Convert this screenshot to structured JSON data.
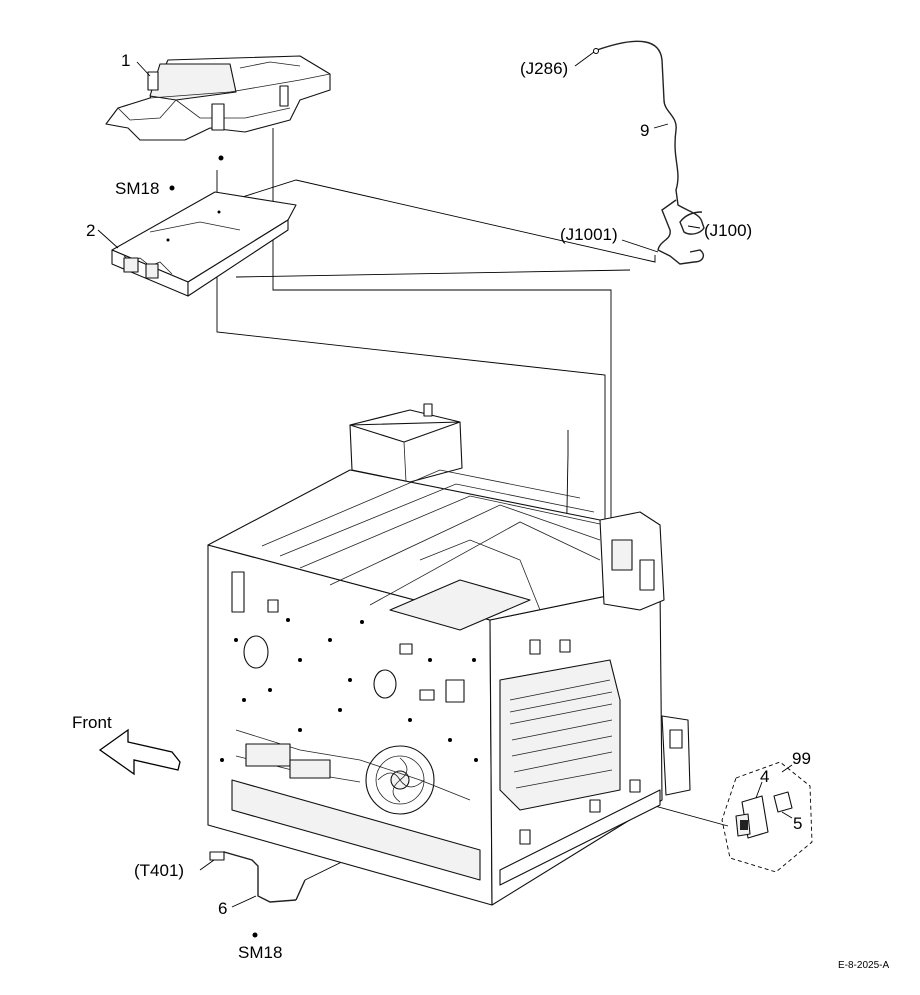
{
  "figure_code": "E-8-2025-A",
  "orientation_label": "Front",
  "callouts": {
    "part_1": "1",
    "part_2": "2",
    "part_4": "4",
    "part_5": "5",
    "part_6": "6",
    "part_9": "9",
    "kit_99": "99",
    "screw_top": "SM18",
    "screw_bottom": "SM18",
    "conn_j286": "(J286)",
    "conn_j100": "(J100)",
    "conn_j1001": "(J1001)",
    "conn_t401": "(T401)"
  },
  "colors": {
    "line": "#000000",
    "background": "#ffffff",
    "part_fill": "#f2f2f2"
  }
}
